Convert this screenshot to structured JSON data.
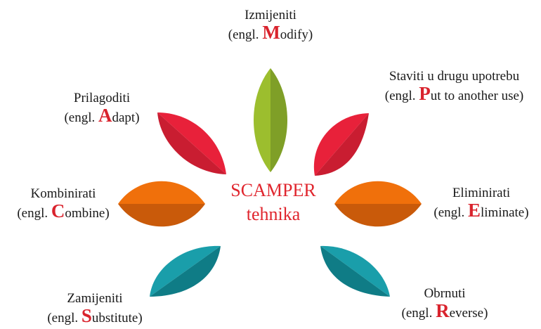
{
  "center": {
    "line1": "SCAMPER",
    "line2": "tehnika"
  },
  "items": [
    {
      "key": "modify",
      "title": "Izmijeniti",
      "prefix": "(engl. ",
      "initial": "M",
      "rest": "odify)",
      "colors": {
        "light": "#9cbe2e",
        "dark": "#7f9f27"
      }
    },
    {
      "key": "put",
      "title": "Staviti u drugu upotrebu",
      "prefix": "(engl. ",
      "initial": "P",
      "rest": "ut to another use)",
      "colors": {
        "light": "#e8213a",
        "dark": "#c91d31"
      }
    },
    {
      "key": "eliminate",
      "title": "Eliminirati",
      "prefix": "(engl. ",
      "initial": "E",
      "rest": "liminate)",
      "colors": {
        "light": "#f0700b",
        "dark": "#c95a0a"
      }
    },
    {
      "key": "reverse",
      "title": "Obrnuti",
      "prefix": "(engl. ",
      "initial": "R",
      "rest": "everse)",
      "colors": {
        "light": "#1a9eaa",
        "dark": "#0f7c86"
      }
    },
    {
      "key": "substitute",
      "title": "Zamijeniti",
      "prefix": "(engl. ",
      "initial": "S",
      "rest": "ubstitute)",
      "colors": {
        "light": "#1a9eaa",
        "dark": "#0f7c86"
      }
    },
    {
      "key": "combine",
      "title": "Kombinirati",
      "prefix": "(engl. ",
      "initial": "C",
      "rest": "ombine)",
      "colors": {
        "light": "#f0700b",
        "dark": "#c95a0a"
      }
    },
    {
      "key": "adapt",
      "title": "Prilagoditi",
      "prefix": "(engl. ",
      "initial": "A",
      "rest": "dapt)",
      "colors": {
        "light": "#e8213a",
        "dark": "#c91d31"
      }
    }
  ]
}
